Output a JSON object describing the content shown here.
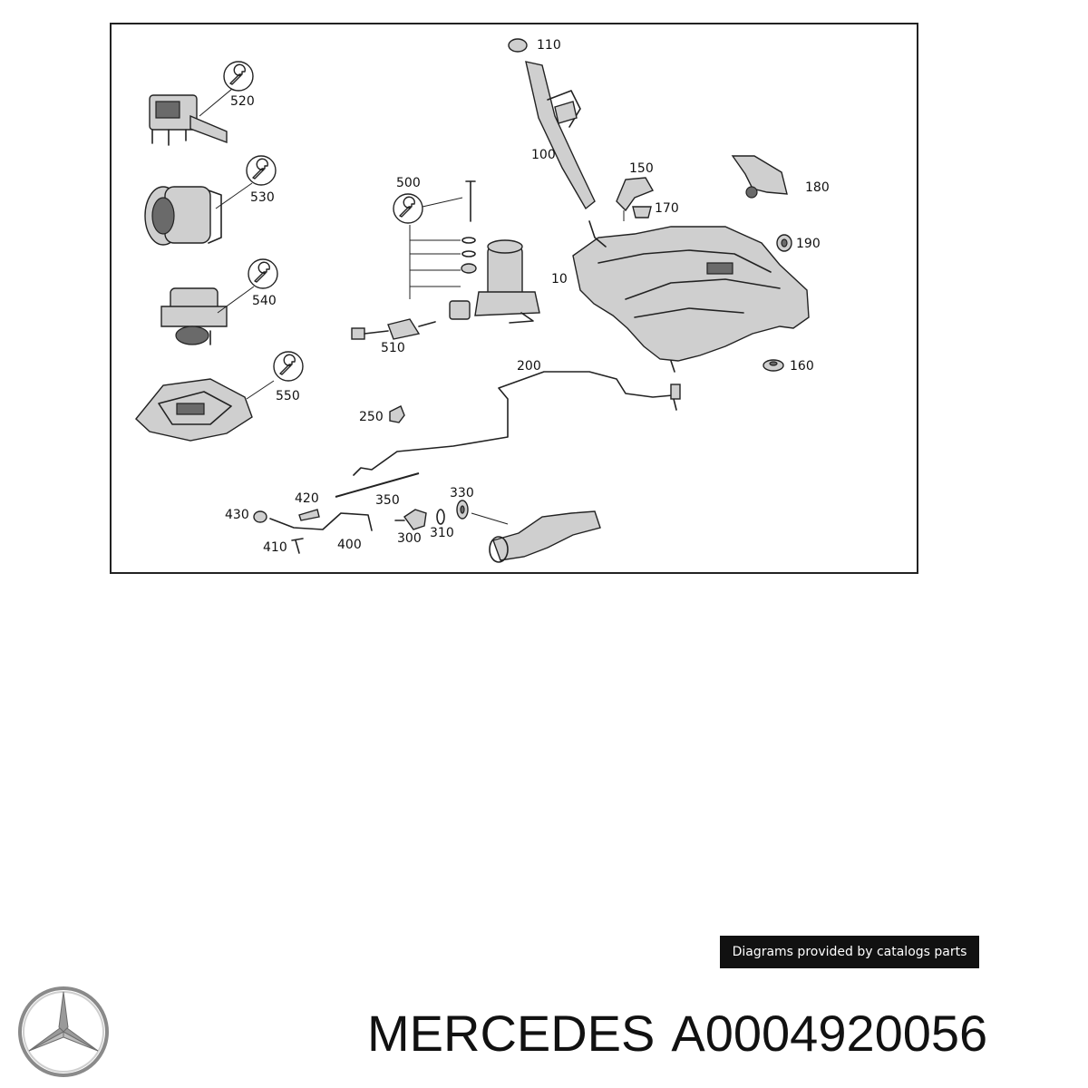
{
  "diagram": {
    "callouts": {
      "c110": "110",
      "c520": "520",
      "c100": "100",
      "c150": "150",
      "c180": "180",
      "c530": "530",
      "c500": "500",
      "c170": "170",
      "c190": "190",
      "c10": "10",
      "c540": "540",
      "c510": "510",
      "c200": "200",
      "c160": "160",
      "c550": "550",
      "c250": "250",
      "c420": "420",
      "c350": "350",
      "c330": "330",
      "c430": "430",
      "c310": "310",
      "c300": "300",
      "c400": "400",
      "c410": "410"
    }
  },
  "watermark": "Diagrams provided by catalogs parts",
  "brand": {
    "name": "MERCEDES",
    "part_number": "A0004920056"
  },
  "icons": {
    "wrench": "wrench-icon",
    "logo": "mercedes-star-logo"
  },
  "colors": {
    "watermark_bg": "#111111",
    "line": "#222222"
  }
}
